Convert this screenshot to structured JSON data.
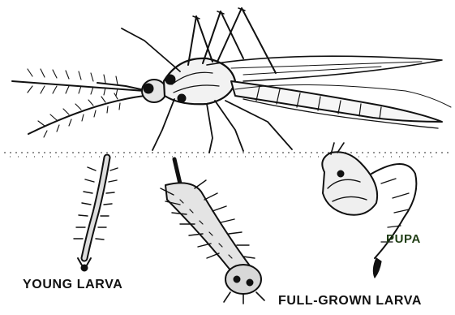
{
  "labels": {
    "young_larva": "YOUNG LARVA",
    "full_grown_larva": "FULL-GROWN LARVA",
    "pupa": "PUPA"
  },
  "colors": {
    "ink": "#111111",
    "pupa_label": "#1f3d14",
    "background": "#ffffff"
  }
}
